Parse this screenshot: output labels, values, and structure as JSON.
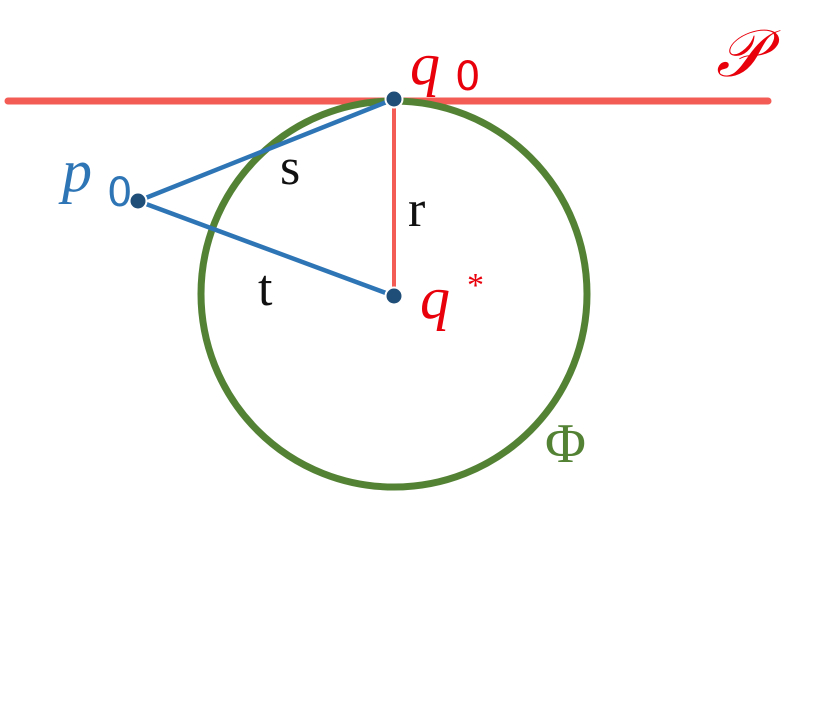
{
  "labels": {
    "plane": "𝒫",
    "q0_letter": "q",
    "q0_sub": "0",
    "p0_letter": "p",
    "p0_sub": "0",
    "qstar_letter": "q",
    "qstar_sup": "*",
    "segment_s": "s",
    "segment_t": "t",
    "segment_r": "r",
    "circle": "Φ"
  },
  "colors": {
    "plane_line": "#f25c54",
    "radius_line": "#f25c54",
    "circle": "#548235",
    "segments": "#2e75b6",
    "points": "#1f4e79",
    "point_outline": "#ffffff",
    "red_labels": "#e8000b",
    "blue_labels": "#2e75b6",
    "green_labels": "#548235",
    "black_labels": "#111111"
  }
}
